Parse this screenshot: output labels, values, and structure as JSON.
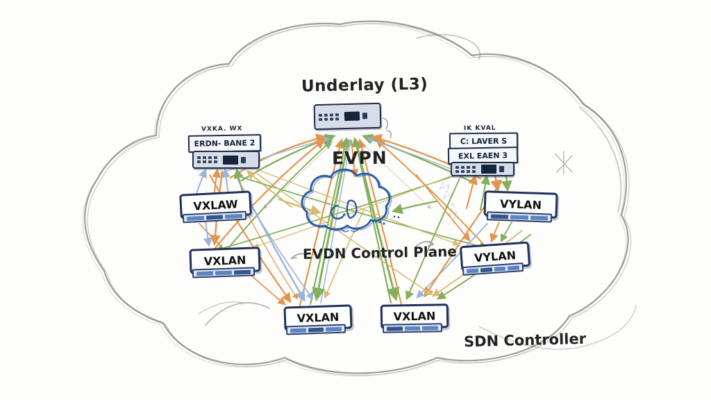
{
  "title": "Underlay (L3)",
  "labels": {
    "evpn": "EVPN",
    "evpn_control_plane": "EVDN Control Plane",
    "sdn_controller": "SDN Controller"
  },
  "nodes": {
    "left_leaf": {
      "scribble": "VXKA. WX",
      "line1": "ERDN- BANE 2"
    },
    "right_leaf": {
      "scribble": "IK KVAL",
      "line1": "C: LAVER S",
      "line2": "EXL EAEN 3"
    },
    "vxlan_left_mid": {
      "label": "VXLAW"
    },
    "vylan_right_mid": {
      "label": "VYLAN"
    },
    "vxlan_lower_left": {
      "label": "VXLAN"
    },
    "vylan_lower_right": {
      "label": "VYLAN"
    },
    "vxlan_bottom_left": {
      "label": "VXLAN"
    },
    "vxlan_bottom_right": {
      "label": "VXLAN"
    }
  },
  "colors": {
    "arrow_orange": "#de8a3c",
    "arrow_green": "#79a74b",
    "arrow_blue": "#8fabd8",
    "arrow_tan": "#d5b263",
    "pencil_gray": "#6d6d6d",
    "device_border": "#1f2c45",
    "device_fill": "#d6dde9",
    "cloud_icon_blue": "#2d5ca6"
  }
}
